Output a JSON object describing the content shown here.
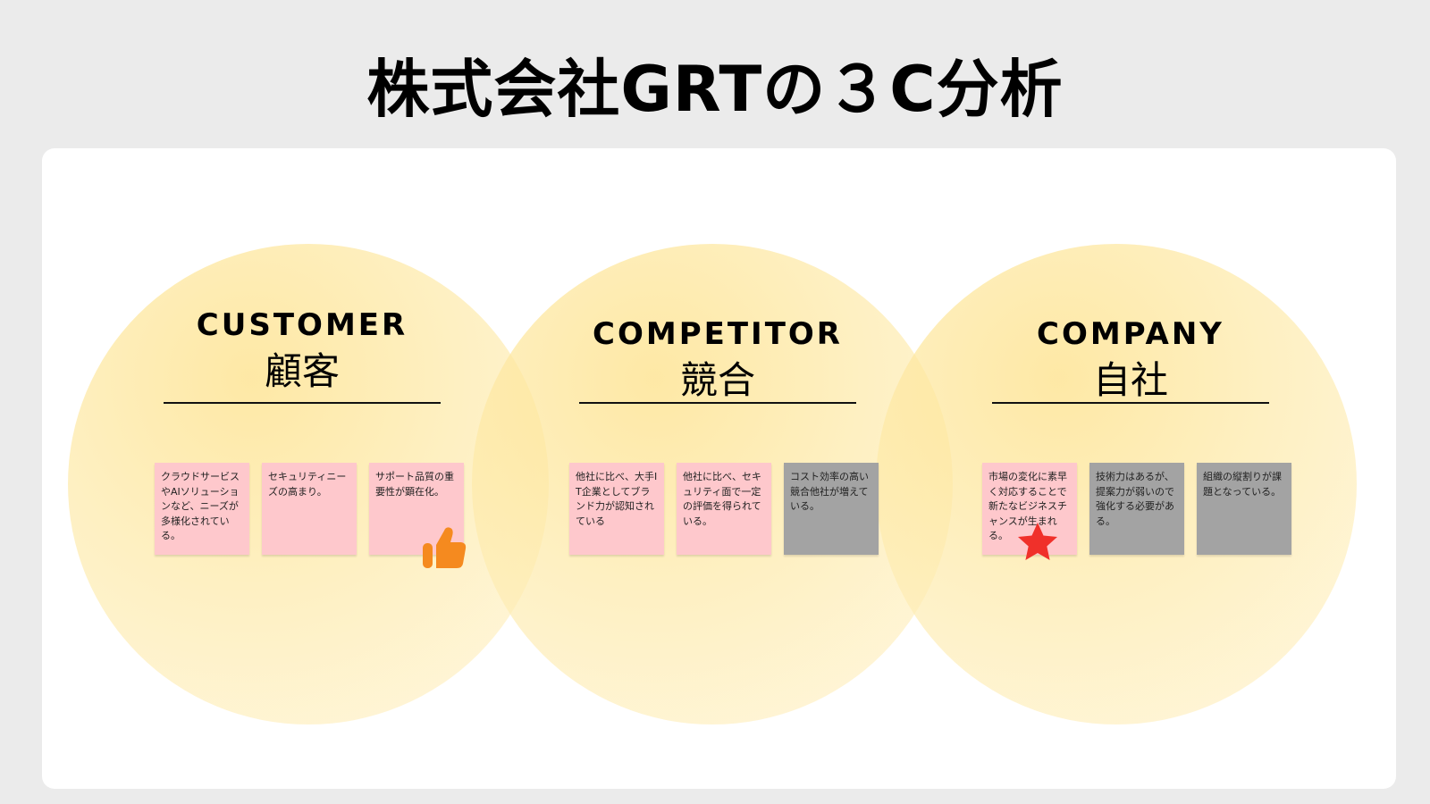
{
  "title": "株式会社GRTの３C分析",
  "sections": [
    {
      "en": "CUSTOMER",
      "ja": "顧客",
      "notes": [
        {
          "text": "クラウドサービスやAIソリューションなど、ニーズが多様化されている。",
          "color": "pink"
        },
        {
          "text": "セキュリティニーズの高まり。",
          "color": "pink"
        },
        {
          "text": "サポート品質の重要性が顕在化。",
          "color": "pink"
        }
      ]
    },
    {
      "en": "COMPETITOR",
      "ja": "競合",
      "notes": [
        {
          "text": "他社に比べ、大手IT企業としてブランド力が認知されている",
          "color": "pink"
        },
        {
          "text": "他社に比べ、セキュリティ面で一定の評価を得られている。",
          "color": "pink"
        },
        {
          "text": "コスト効率の高い競合他社が増えている。",
          "color": "gray"
        }
      ]
    },
    {
      "en": "COMPANY",
      "ja": "自社",
      "notes": [
        {
          "text": "市場の変化に素早く対応することで新たなビジネスチャンスが生まれる。",
          "color": "pink"
        },
        {
          "text": "技術力はあるが、提案力が弱いので強化する必要がある。",
          "color": "gray"
        },
        {
          "text": "組織の縦割りが課題となっている。",
          "color": "gray"
        }
      ]
    }
  ],
  "colors": {
    "circle": "#fde28c",
    "note_pink": "#fec8cc",
    "note_gray": "#a3a3a3",
    "thumb": "#f58a1f",
    "star": "#f0302a"
  },
  "icons": [
    "thumbs-up-icon",
    "star-icon"
  ]
}
